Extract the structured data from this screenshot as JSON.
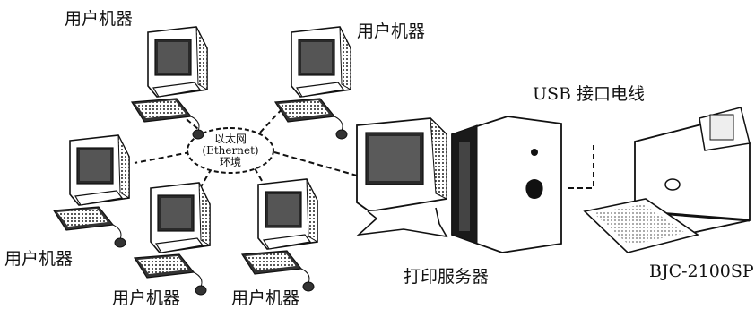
{
  "labels": {
    "user_top_left": "用户机器",
    "user_top_right": "用户机器",
    "user_mid_left": "用户机器",
    "user_bottom_1": "用户机器",
    "user_bottom_2": "用户机器",
    "hub_line1": "以太网",
    "hub_line2": "(Ethernet)",
    "hub_line3": "环境",
    "print_server": "打印服务器",
    "usb_cable": "USB 接口电线",
    "printer_model": "BJC-2100SP"
  },
  "colors": {
    "ink": "#111111",
    "screen": "#2a2a2a",
    "case": "#ffffff"
  }
}
